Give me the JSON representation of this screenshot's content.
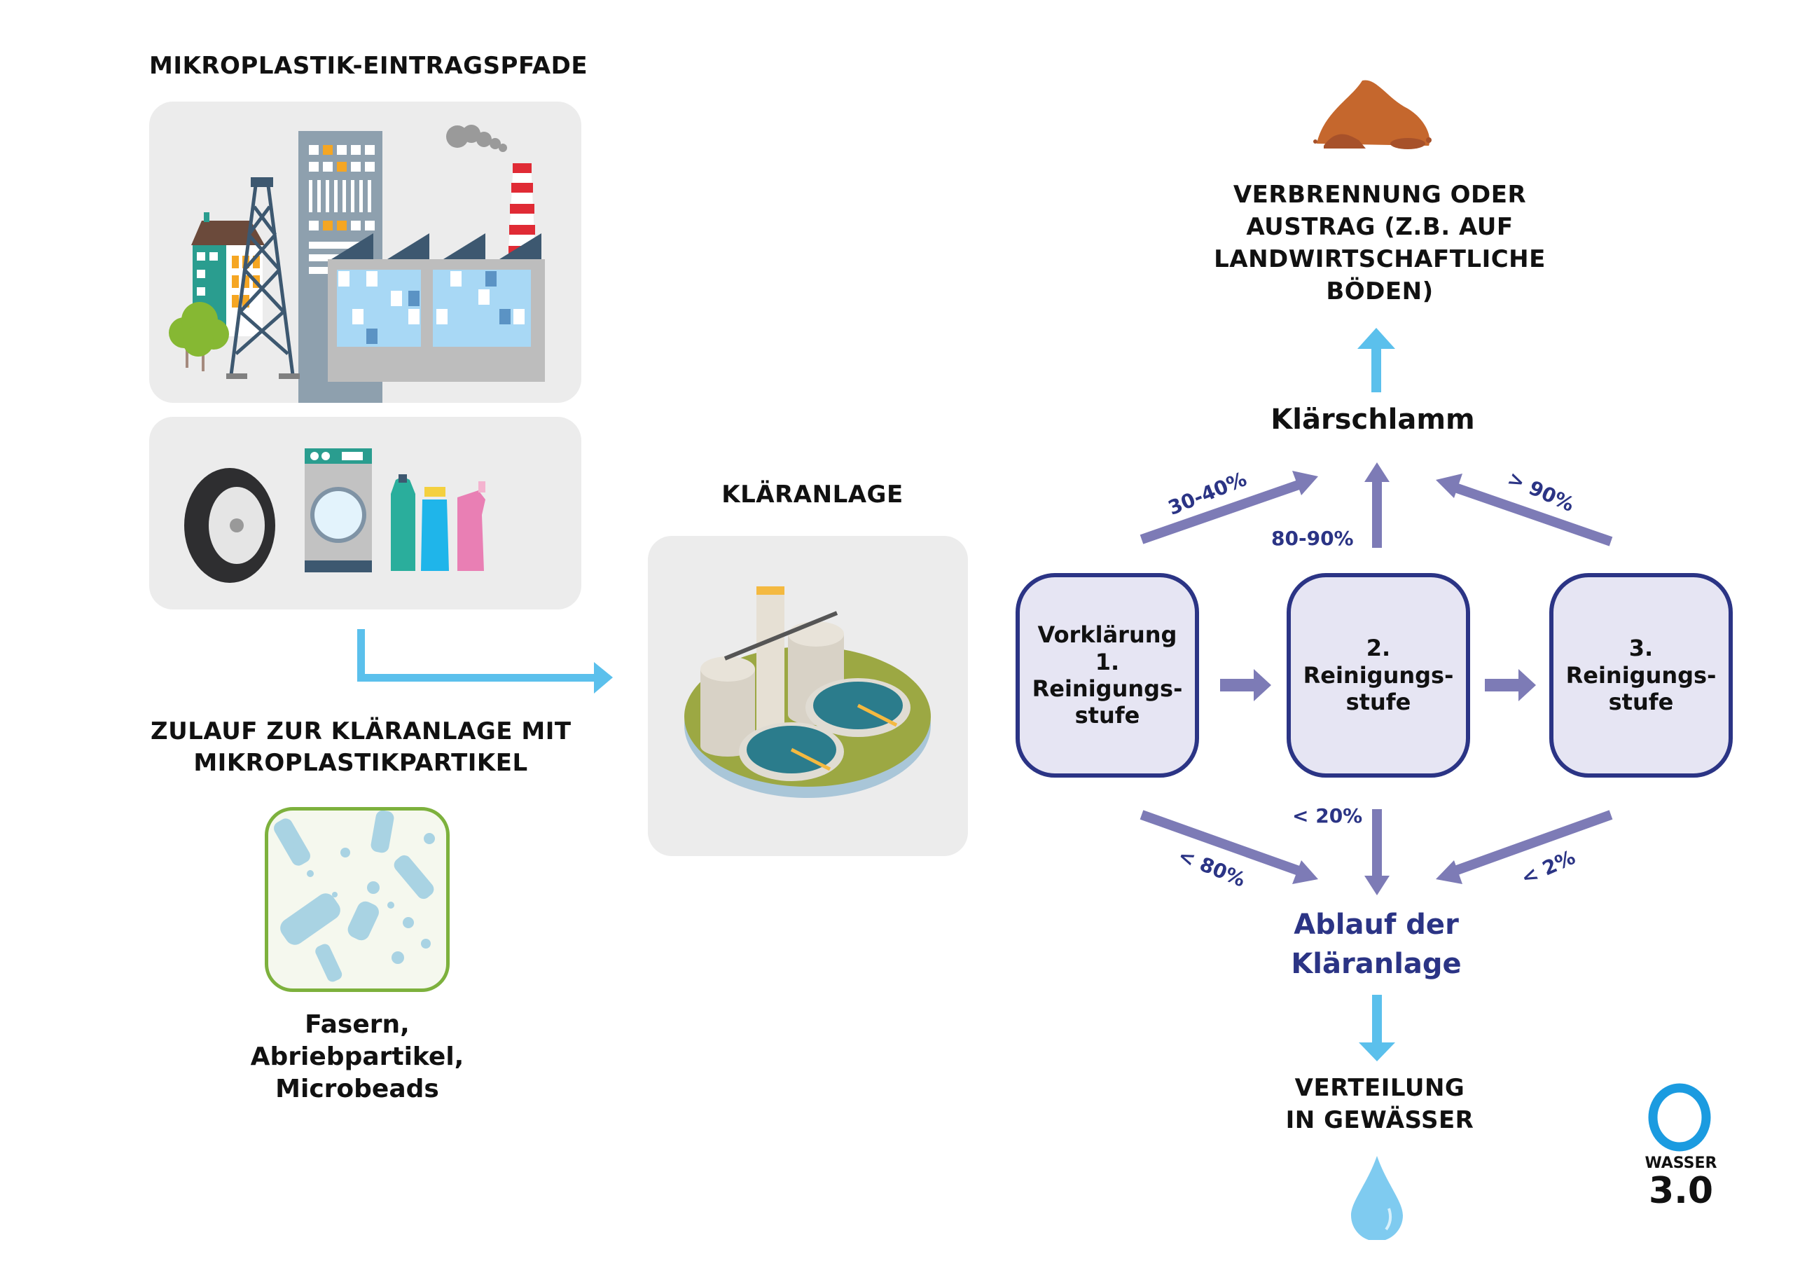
{
  "left": {
    "title": "MIKROPLASTIK-EINTRAGSPFADE",
    "panel_city_icons": [
      "apartment-building",
      "office-tower",
      "oil-derrick",
      "factory",
      "smokestack",
      "tree"
    ],
    "panel_household_icons": [
      "car-tire",
      "washing-machine",
      "green-bottle",
      "blue-bottle",
      "pink-bottle"
    ],
    "inflow_line1": "ZULAUF ZUR KLÄRANLAGE MIT",
    "inflow_line2": "MIKROPLASTIKPARTIKEL",
    "particles_line1": "Fasern,",
    "particles_line2": "Abriebpartikel,",
    "particles_line3": "Microbeads"
  },
  "plant": {
    "title": "KLÄRANLAGE"
  },
  "right": {
    "disposal_line1": "VERBRENNUNG ODER",
    "disposal_line2": "AUSTRAG (Z.B. AUF",
    "disposal_line3": "LANDWIRTSCHAFTLICHE",
    "disposal_line4": "BÖDEN)",
    "sludge": "Klärschlamm",
    "stages": [
      {
        "l1": "Vorklärung",
        "l2": "1.",
        "l3": "Reinigungs-",
        "l4": "stufe"
      },
      {
        "l1": "2.",
        "l2": "Reinigungs-",
        "l3": "stufe"
      },
      {
        "l1": "3.",
        "l2": "Reinigungs-",
        "l3": "stufe"
      }
    ],
    "to_sludge": [
      "30-40%",
      "80-90%",
      "> 90%"
    ],
    "to_effluent": [
      "< 80%",
      "< 20%",
      "< 2%"
    ],
    "effluent_line1": "Ablauf der",
    "effluent_line2": "Kläranlage",
    "distribution_line1": "VERTEILUNG",
    "distribution_line2": "IN GEWÄSSER"
  },
  "logo": {
    "line1": "WASSER",
    "line2": "3.0"
  },
  "colors": {
    "flow_blue": "#5bc0ec",
    "stage_arrow": "#7d7bb6",
    "stage_border": "#2b3485",
    "stage_fill": "#e6e5f3",
    "panel_bg": "#ececec",
    "effluent_text": "#2b3485"
  }
}
